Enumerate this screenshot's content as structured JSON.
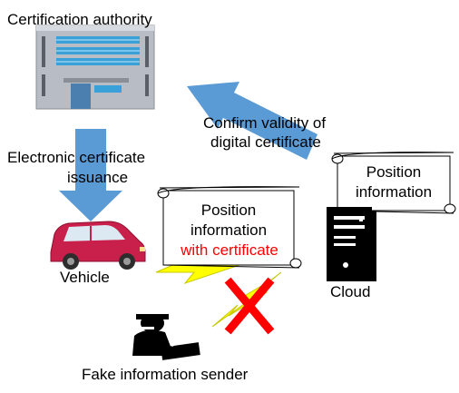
{
  "labels": {
    "certification_authority": "Certification authority",
    "electronic_certificate_line1": "Electronic certificate",
    "electronic_certificate_line2": "issuance",
    "confirm_line1": "Confirm validity of",
    "confirm_line2": "digital certificate",
    "position_scroll_left_line1": "Position",
    "position_scroll_left_line2": "information",
    "position_scroll_left_line3": "with certificate",
    "position_scroll_right_line1": "Position",
    "position_scroll_right_line2": "information",
    "vehicle": "Vehicle",
    "cloud": "Cloud",
    "fake_sender": "Fake information sender"
  },
  "colors": {
    "arrow_blue": "#5b9bd5",
    "lightning_yellow": "#ffff00",
    "cross_red": "#ff0000",
    "highlight_red": "#ff0000",
    "car_body": "#c8204a",
    "building_gray": "#b8bcc4"
  },
  "icons": {
    "building": "office-building-icon",
    "car": "car-icon",
    "server": "server-tower-icon",
    "hacker": "hacker-icon",
    "lightning": "lightning-bolt-icon",
    "cross": "x-mark-icon"
  }
}
